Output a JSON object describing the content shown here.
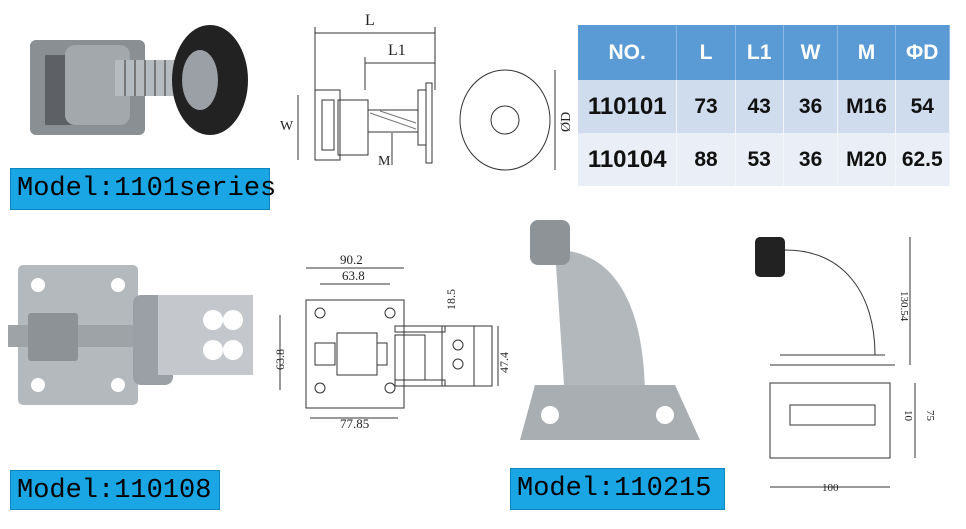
{
  "products": [
    {
      "label": "Model:1101series",
      "drawing_dims": {
        "L": "L",
        "L1": "L1",
        "W": "W",
        "M": "M",
        "D": "ØD"
      }
    },
    {
      "label": "Model:110108",
      "drawing_dims": [
        "90.2",
        "63.8",
        "18.5",
        "63.8",
        "47.4",
        "77.85"
      ]
    },
    {
      "label": "Model:110215",
      "drawing_dims": [
        "130.54",
        "75",
        "10",
        "100"
      ]
    }
  ],
  "spec_table": {
    "headers": [
      "NO.",
      "L",
      "L1",
      "W",
      "M",
      "ΦD"
    ],
    "rows": [
      [
        "110101",
        "73",
        "43",
        "36",
        "M16",
        "54"
      ],
      [
        "110104",
        "88",
        "53",
        "36",
        "M20",
        "62.5"
      ]
    ]
  },
  "colors": {
    "label_bg": "#1AA6E4",
    "table_header": "#5B9BD5",
    "row1": "#CFDCEE",
    "row2": "#E9EEF7"
  }
}
